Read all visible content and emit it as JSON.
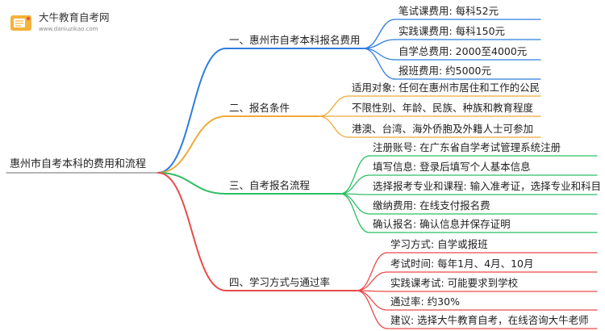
{
  "logo": {
    "title": "大牛教育自考网",
    "subtitle": "www.daniuzikao.com"
  },
  "colors": {
    "blue": "#2e7de0",
    "orange": "#f0a93a",
    "green": "#2cbf64",
    "red": "#e94b4b"
  },
  "root": "惠州市自考本科的费用和流程",
  "branches": [
    {
      "label": "一、惠州市自考本科报名费用",
      "items": [
        "笔试课费用: 每科52元",
        "实践课费用: 每科150元",
        "自学总费用: 2000至4000元",
        "报班费用: 约5000元"
      ]
    },
    {
      "label": "二、报名条件",
      "items": [
        "适用对象: 任何在惠州市居住和工作的公民",
        "不限性别、年龄、民族、种族和教育程度",
        "港澳、台湾、海外侨胞及外籍人士可参加"
      ]
    },
    {
      "label": "三、自考报名流程",
      "items": [
        "注册账号: 在广东省自学考试管理系统注册",
        "填写信息: 登录后填写个人基本信息",
        "选择报考专业和课程: 输入准考证，选择专业和科目",
        "缴纳费用: 在线支付报名费",
        "确认报名: 确认信息并保存证明"
      ]
    },
    {
      "label": "四、学习方式与通过率",
      "items": [
        "学习方式: 自学或报班",
        "考试时间: 每年1月、4月、10月",
        "实践课考试: 可能要求到学校",
        "通过率: 约30%",
        "建议: 选择大牛教育自考，在线咨询大牛老师"
      ]
    }
  ]
}
